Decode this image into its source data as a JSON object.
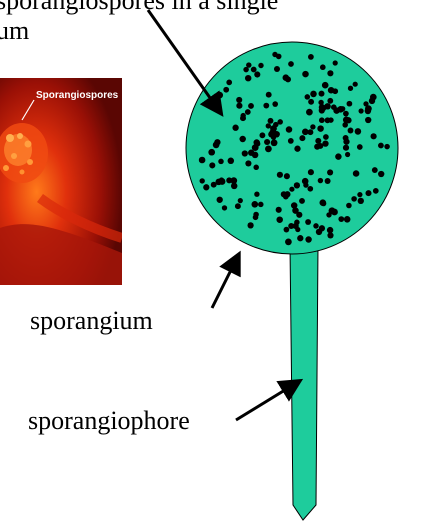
{
  "caption": {
    "line1": "sporangiospores in a single",
    "line2": "um"
  },
  "photo": {
    "label": "Sporangiospores"
  },
  "labels": {
    "sporangium": "sporangium",
    "sporangiophore": "sporangiophore"
  },
  "colors": {
    "structure_fill": "#1ecc9c",
    "spore": "#000000",
    "photo_red": "#c41e0a"
  }
}
